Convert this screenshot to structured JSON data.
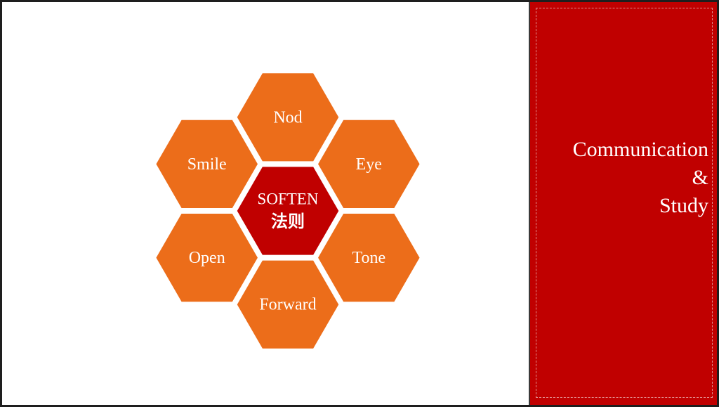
{
  "colors": {
    "hex_fill": "#ec6d1a",
    "hex_center_fill": "#c00000",
    "hex_stroke": "#ffffff",
    "side_panel": "#c00000",
    "text": "#ffffff"
  },
  "diagram": {
    "center": {
      "line1": "SOFTEN",
      "line2": "法则"
    },
    "cells": [
      {
        "label": "Nod"
      },
      {
        "label": "Eye"
      },
      {
        "label": "Tone"
      },
      {
        "label": "Forward"
      },
      {
        "label": "Open"
      },
      {
        "label": "Smile"
      }
    ]
  },
  "side_panel": {
    "title_lines": [
      "Communication",
      "&",
      "Study"
    ]
  }
}
